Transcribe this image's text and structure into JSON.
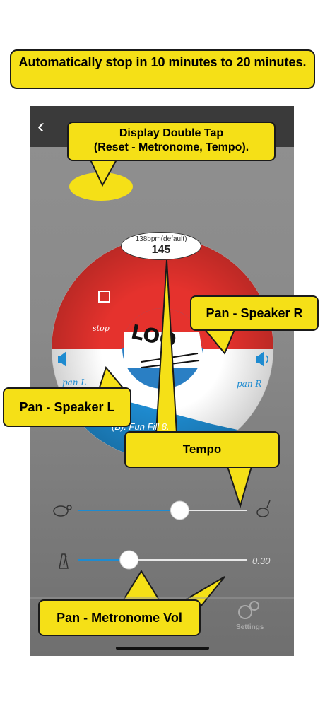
{
  "callouts": {
    "top": "Automatically stop in 10 minutes to 20 minutes.",
    "tap_line1": "Display Double Tap",
    "tap_line2": "(Reset - Metronome, Tempo).",
    "speaker_r": "Pan - Speaker R",
    "speaker_l": "Pan - Speaker L",
    "tempo": "Tempo",
    "metronome_vol": "Pan - Metronome Vol"
  },
  "bpm": {
    "default_label": "138bpm(default)",
    "value": "145"
  },
  "wheel": {
    "stop_label": "stop",
    "pan_l_label": "pan L",
    "pan_r_label": "pan R",
    "pattern_label": "(B). Fun     Fill 8.",
    "logo_text": "LOO"
  },
  "sliders": {
    "tempo_fraction": 0.6,
    "metronome_volume_fraction": 0.3,
    "metronome_volume_text": "0.30"
  },
  "tabbar": {
    "settings_label": "Settings"
  },
  "colors": {
    "callout": "#f5e017",
    "red": "#e5322d",
    "blue": "#1e8bd0"
  },
  "icons": [
    "back-chevron-icon",
    "stop-icon",
    "speaker-left-icon",
    "speaker-right-icon",
    "turtle-icon",
    "rabbit-icon",
    "metronome-icon",
    "settings-gear-icon"
  ]
}
